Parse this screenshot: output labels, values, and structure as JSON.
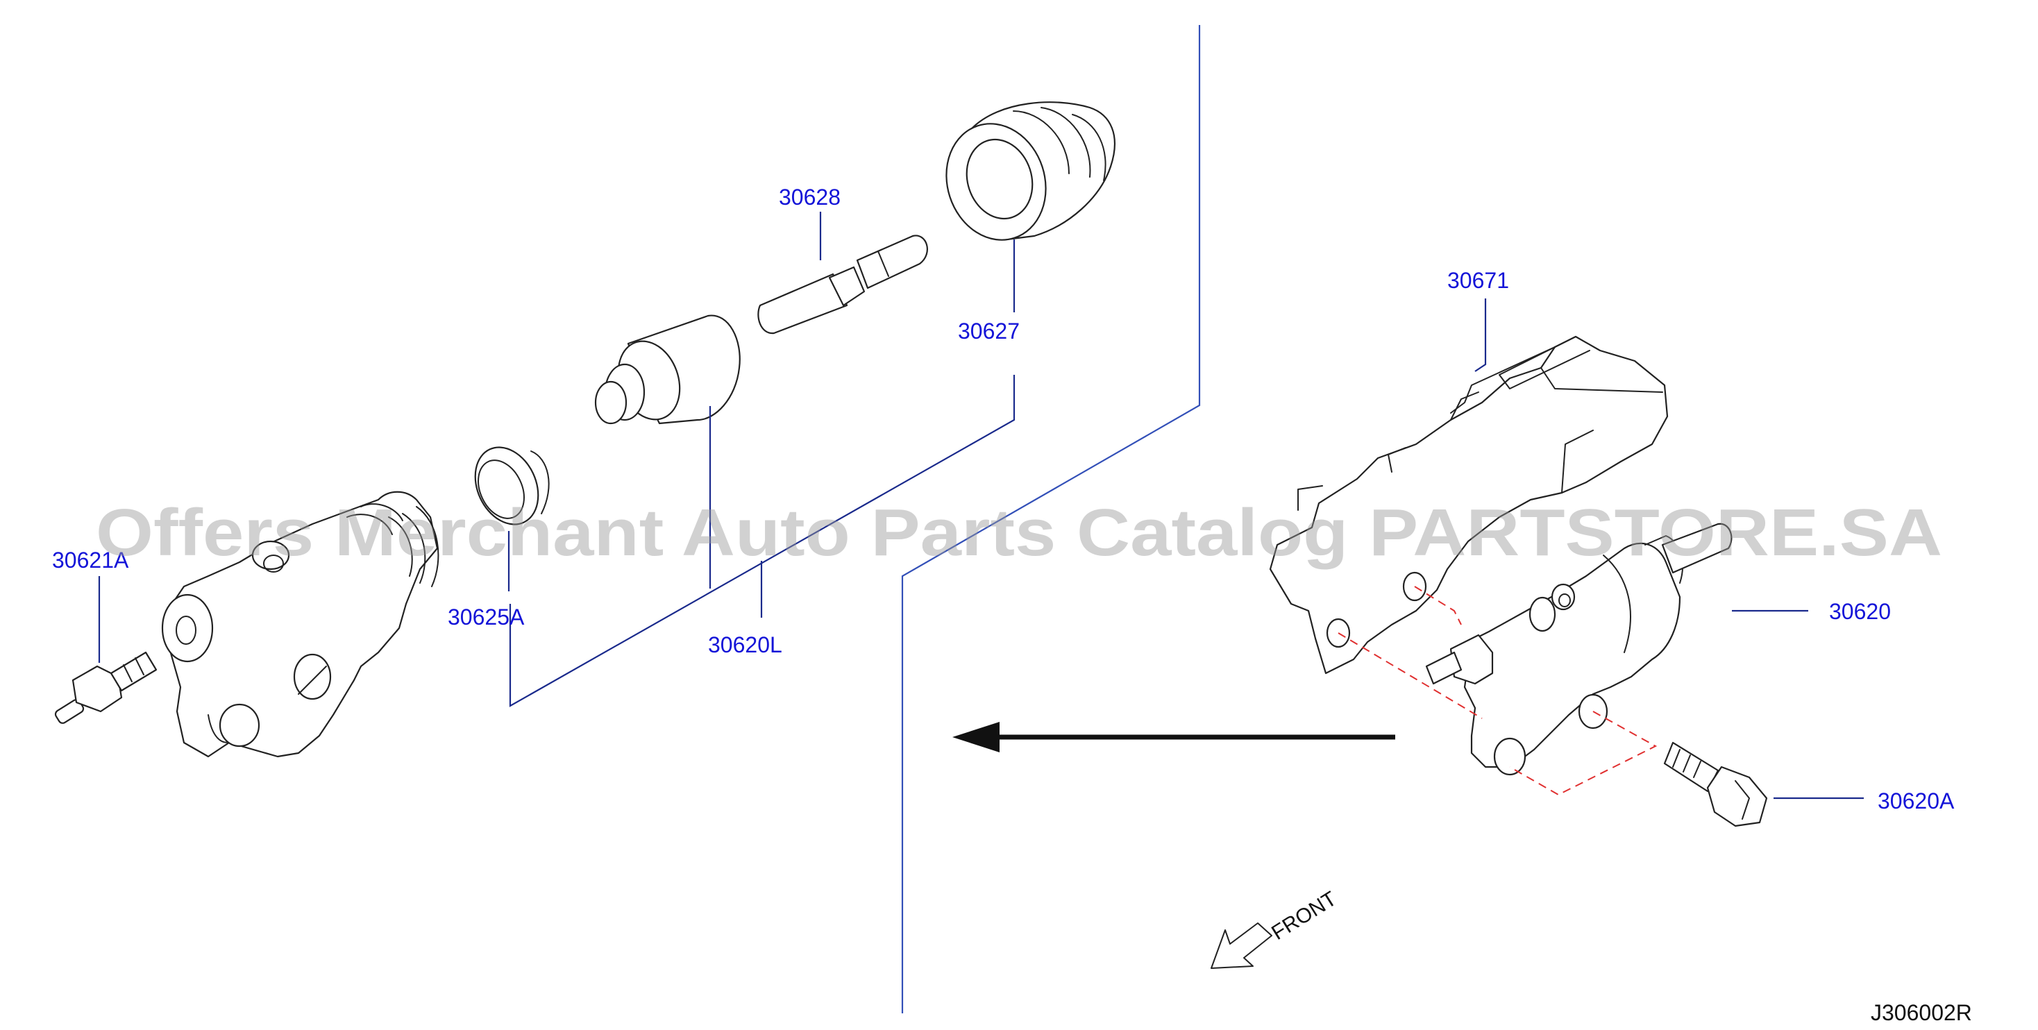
{
  "labels": {
    "p30621A": "30621A",
    "p30625A": "30625A",
    "p30620L": "30620L",
    "p30628": "30628",
    "p30627": "30627",
    "p30671": "30671",
    "p30620": "30620",
    "p30620A": "30620A"
  },
  "front_label": "FRONT",
  "diagram_code": "J306002R",
  "watermark": "Offers Merchant Auto Parts Catalog PARTSTORE.SA",
  "colors": {
    "callout_text": "#1414d8",
    "leader_line": "#1a2a8c",
    "mounting_guide": "#e03030",
    "outline": "#222222",
    "background": "#ffffff"
  },
  "icons": {
    "front_direction": "hollow-arrow-icon",
    "assembly_direction": "arrow-left-icon"
  }
}
